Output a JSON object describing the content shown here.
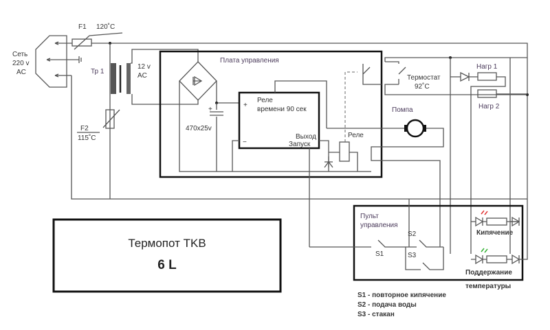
{
  "labels": {
    "mains": [
      "Сеть",
      "220 v",
      "AC"
    ],
    "f1": "F1",
    "f1_temp": "120˚C",
    "f2": "F2",
    "f2_temp": "115˚C",
    "transformer": "Тр 1",
    "secondary": [
      "12 v",
      "AC"
    ],
    "board": "Плата управления",
    "capacitor": "470х25v",
    "timer_relay": [
      "Реле",
      "времени 90 сек"
    ],
    "plus": "+",
    "minus": "−",
    "output": "Выход",
    "start": "Запуск",
    "relay": "Реле",
    "pump": "Помпа",
    "thermostat": [
      "Термостат",
      "92˚C"
    ],
    "heater1": "Нагр 1",
    "heater2": "Нагр 2",
    "panel": [
      "Пульт",
      "управления"
    ],
    "s1": "S1",
    "s2": "S2",
    "s3": "S3",
    "boiling": "Кипячение",
    "keep_warm": [
      "Поддержание",
      "температуры"
    ]
  },
  "legend": [
    "S1 - повторное кипячение",
    "S2 - подача воды",
    "S3 - стакан"
  ],
  "title": {
    "name": "Термопот TKB",
    "volume": "6 L"
  },
  "colors": {
    "led_red": "#e03030",
    "led_green": "#30b030"
  }
}
